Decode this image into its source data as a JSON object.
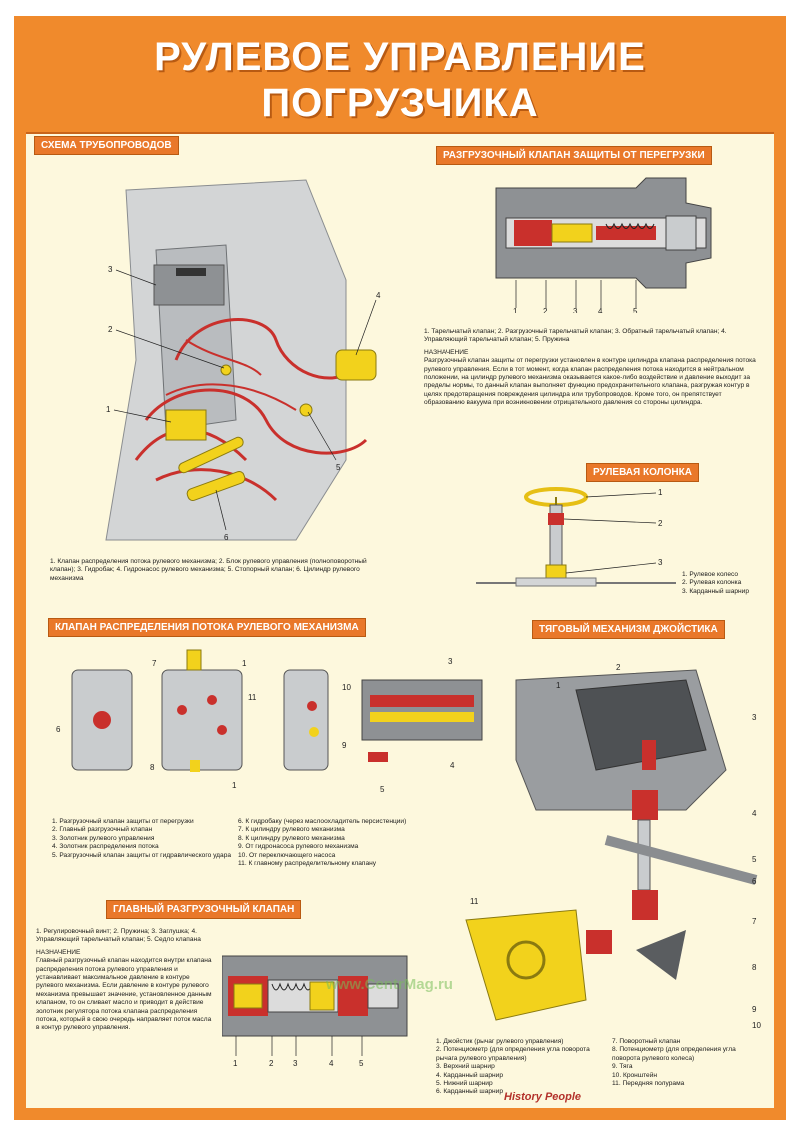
{
  "title": {
    "line1": "РУЛЕВОЕ УПРАВЛЕНИЕ",
    "line2": "ПОГРУЗЧИКА"
  },
  "sections": {
    "pipes": "СХЕМА ТРУБОПРОВОДОВ",
    "overload_valve": "РАЗГРУЗОЧНЫЙ КЛАПАН ЗАЩИТЫ ОТ ПЕРЕГРУЗКИ",
    "steering_column": "РУЛЕВАЯ КОЛОНКА",
    "flow_valve": "КЛАПАН РАСПРЕДЕЛЕНИЯ ПОТОКА РУЛЕВОГО МЕХАНИЗМА",
    "joystick": "ТЯГОВЫЙ МЕХАНИЗМ ДЖОЙСТИКА",
    "main_valve": "ГЛАВНЫЙ РАЗГРУЗОЧНЫЙ КЛАПАН"
  },
  "pipes_caption": "1. Клапан распределения потока рулевого механизма; 2. Блок рулевого управления (полноповоротный клапан); 3. Гидробак; 4. Гидронасос рулевого механизма; 5. Стопорный клапан; 6. Цилиндр рулевого механизма",
  "overload_caption": "1. Тарельчатый клапан; 2. Разгрузочный тарельчатый клапан; 3. Обратный тарельчатый клапан; 4. Управляющий тарельчатый клапан; 5. Пружина",
  "overload_purpose_head": "НАЗНАЧЕНИЕ",
  "overload_purpose": "Разгрузочный клапан защиты от перегрузки установлен в контуре цилиндра клапана распределения потока рулевого управления. Если в тот момент, когда клапан распределения потока находится в нейтральном положении, на цилиндр рулевого механизма оказывается какое-либо воздействие и давление выходит за пределы нормы, то данный клапан выполняет функцию предохранительного клапана, разгружая контур в целях предотвращения повреждения цилиндра или трубопроводов. Кроме того, он препятствует образованию вакуума при возникновении отрицательного давления со стороны цилиндра.",
  "column_legend": [
    "1. Рулевое колесо",
    "2. Рулевая колонка",
    "3. Карданный шарнир"
  ],
  "flow_legend_left": [
    "1. Разгрузочный клапан защиты от перегрузки",
    "2. Главный разгрузочный клапан",
    "3. Золотник рулевого управления",
    "4. Золотник распределения потока",
    "5. Разгрузочный клапан защиты от гидравлического удара"
  ],
  "flow_legend_right": [
    "6. К гидробаку (через маслоохладитель персистенции)",
    "7. К цилиндру рулевого механизма",
    "8. К цилиндру рулевого механизма",
    "9. От гидронасоса рулевого механизма",
    "10. От переключающего насоса",
    "11. К главному распределительному клапану"
  ],
  "main_valve_caption": "1. Регулировочный винт; 2. Пружина; 3. Заглушка; 4. Управляющий тарельчатый клапан; 5. Седло клапана",
  "main_valve_purpose_head": "НАЗНАЧЕНИЕ",
  "main_valve_purpose": "Главный разгрузочный клапан находится внутри клапана распределения потока рулевого управления и устанавливает максимальное давление в контуре рулевого механизма. Если давление в контуре рулевого механизма превышает значение, установленное данным клапаном, то он сливает масло и приводит в действие золотник регулятора потока клапана распределения потока, который в свою очередь направляет поток масла в контур рулевого управления.",
  "joystick_legend_left": [
    "1. Джойстик (рычаг рулевого управления)",
    "2. Потенциометр (для определения угла поворота рычага рулевого управления)",
    "3. Верхний шарнир",
    "4. Карданный шарнир",
    "5. Нижний шарнир",
    "6. Карданный шарнир"
  ],
  "joystick_legend_right": [
    "7. Поворотный клапан",
    "8. Потенциометр (для определения угла поворота рулевого колеса)",
    "9. Тяга",
    "10. Кронштейн",
    "11. Передняя полурама"
  ],
  "watermark": "www.CentrMag.ru",
  "publisher": "History People",
  "colors": {
    "frame": "#f08a2c",
    "panel": "#fdf8dd",
    "hydraulic": "#c9302c",
    "metal": "#c9ccce",
    "yellow": "#f2d21c"
  }
}
